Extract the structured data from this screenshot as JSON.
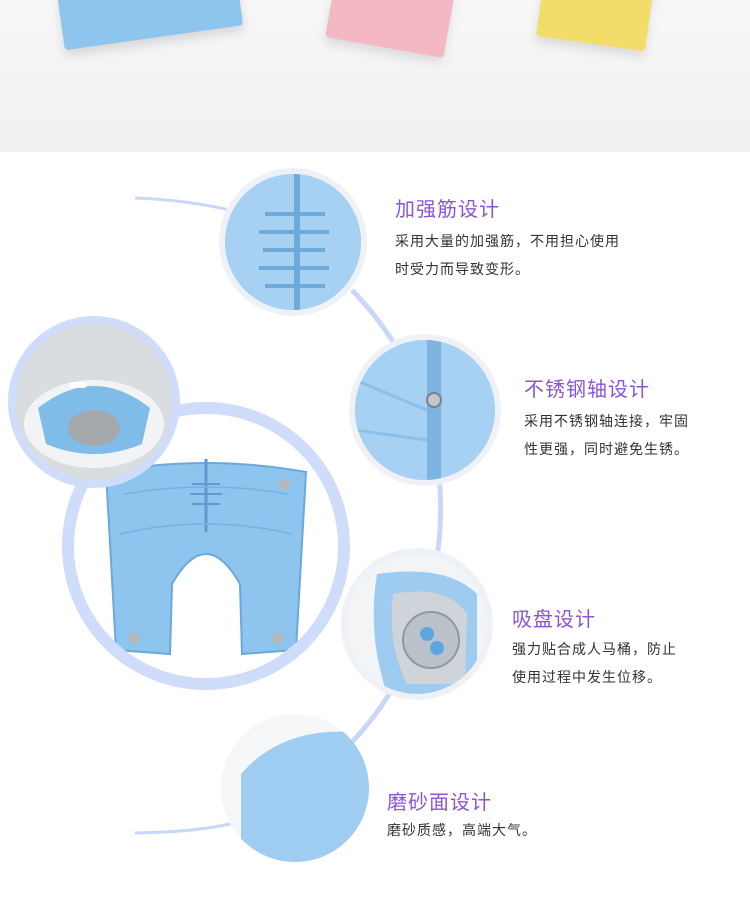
{
  "features": [
    {
      "title": "加强筋设计",
      "desc_line1": "采用大量的加强筋，不用担心使用",
      "desc_line2": "时受力而导致变形。"
    },
    {
      "title": "不锈钢轴设计",
      "desc_line1": "采用不锈钢轴连接，牢固",
      "desc_line2": "性更强，同时避免生锈。"
    },
    {
      "title": "吸盘设计",
      "desc_line1": "强力贴合成人马桶，防止",
      "desc_line2": "使用过程中发生位移。"
    },
    {
      "title": "磨砂面设计",
      "desc_line1": "磨砂质感，高端大气。"
    }
  ],
  "colors": {
    "accent_purple": "#8b55d8",
    "product_blue": "#8dc5ee",
    "ring_blue": "#c9d8f8"
  }
}
